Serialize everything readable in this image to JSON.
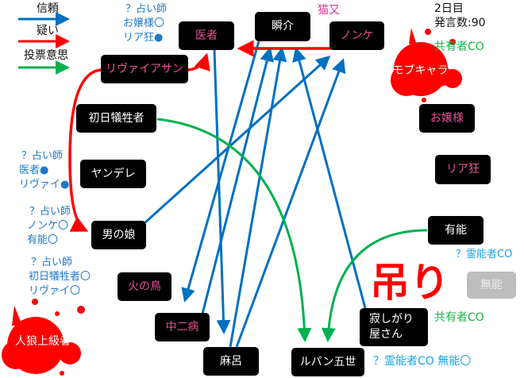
{
  "legend": {
    "trust": "信頼",
    "doubt": "疑い",
    "vote": "投票意思"
  },
  "colors": {
    "trust": "#0070c0",
    "doubt": "#ff0000",
    "vote": "#00b050",
    "name_pink": "#e8559a"
  },
  "status": {
    "day": "2日目",
    "posts": "発言数:90"
  },
  "nodes": {
    "isha": "医者",
    "shunsuke": "瞬介",
    "nonke": "ノンケ",
    "leviathan": "リヴァイアサン",
    "shonichi": "初日犠牲者",
    "yandere": "ヤンデレ",
    "otokonoko": "男の娘",
    "hinotori": "火の鳥",
    "chuunibyou": "中二病",
    "maro": "麻呂",
    "lupin": "ルパン五世",
    "sabishigari": "寂しがり屋さん",
    "yuunou": "有能",
    "riakyou": "リア狂",
    "ojousama": "お嬢様",
    "mob": "モブキャラ",
    "jinrou": "人狼上級者",
    "munou": "無能"
  },
  "annotations": {
    "nekomata": "猫又",
    "seer1": [
      "？占い師",
      "お嬢様〇",
      "リア狂●"
    ],
    "seer2": [
      "？占い師",
      "医者●",
      "リヴァイ●"
    ],
    "seer3": [
      "？占い師",
      "ノンケ〇",
      "有能〇"
    ],
    "seer4": [
      "？占い師",
      "初日犠牲者〇",
      "リヴァイ〇"
    ],
    "coowner1": "共有者CO",
    "coowner2": "共有者CO",
    "medium1": "？霊能者CO",
    "medium2": "？霊能者CO 無能〇",
    "hanged": "吊り"
  }
}
